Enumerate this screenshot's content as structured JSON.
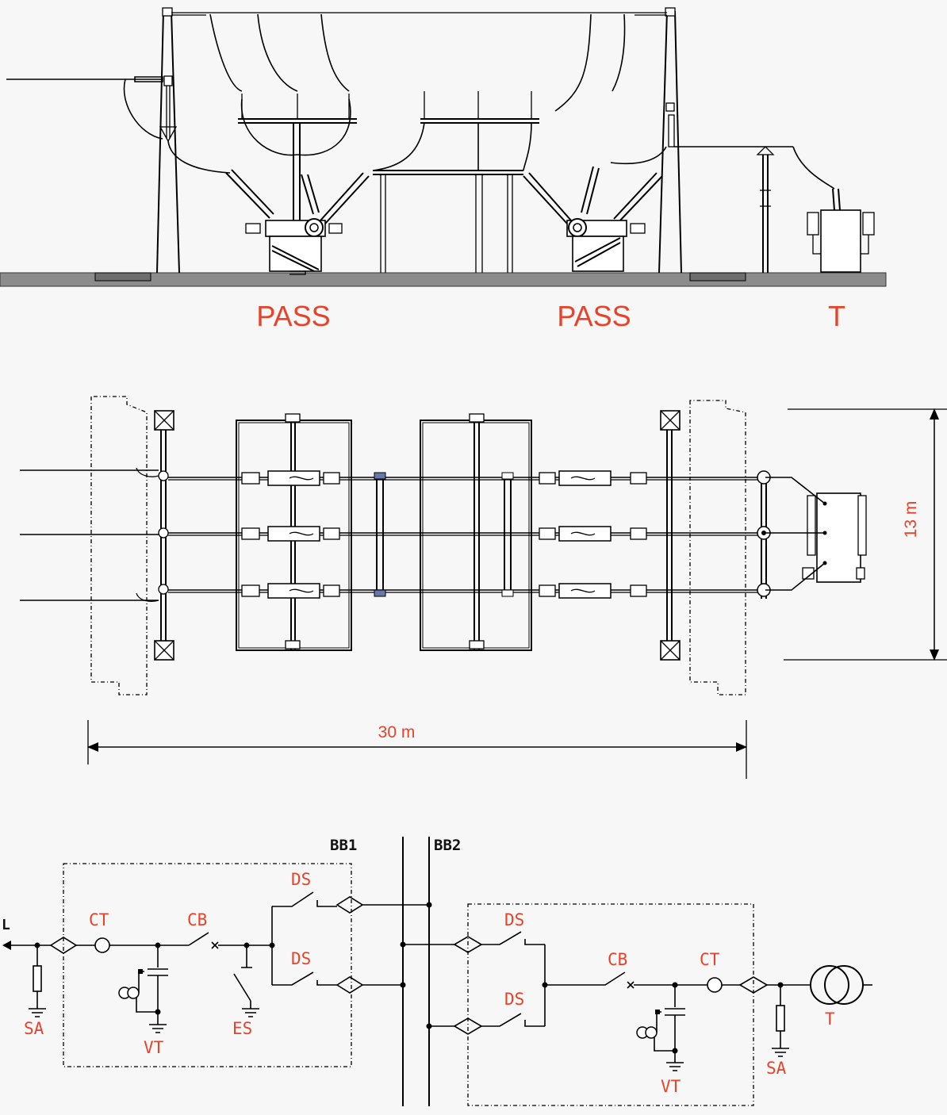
{
  "elevation_view": {
    "labels": [
      "PASS",
      "PASS",
      "T"
    ]
  },
  "plan_view": {
    "width_dimension": "30 m",
    "height_dimension": "13 m"
  },
  "single_line_diagram": {
    "busbars": [
      "BB1",
      "BB2"
    ],
    "left_bay": {
      "line_label": "L",
      "surge_arrester": "SA",
      "current_transformer": "CT",
      "voltage_transformer": "VT",
      "circuit_breaker": "CB",
      "earthing_switch": "ES",
      "disconnector_upper": "DS",
      "disconnector_lower": "DS"
    },
    "right_bay": {
      "disconnector_upper": "DS",
      "disconnector_lower": "DS",
      "circuit_breaker": "CB",
      "current_transformer": "CT",
      "voltage_transformer": "VT",
      "surge_arrester": "SA",
      "transformer": "T"
    }
  }
}
